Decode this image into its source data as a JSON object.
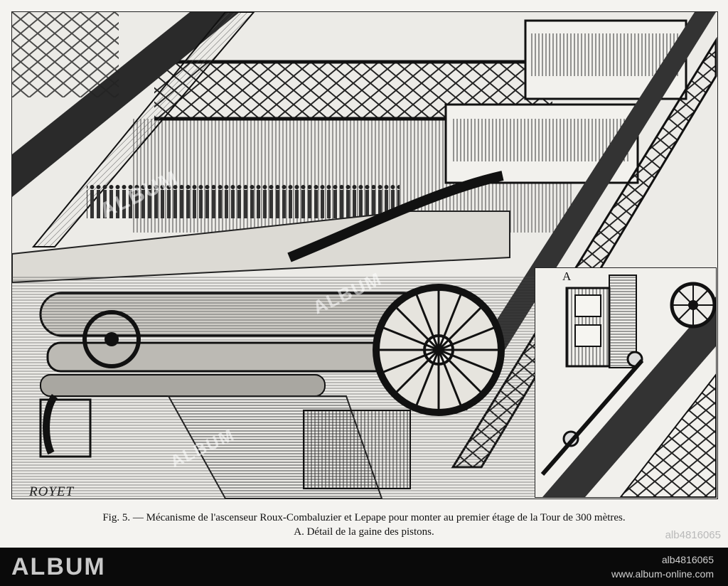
{
  "figure": {
    "signature": "ROYET",
    "inset_label": "A",
    "caption_line1": "Fig. 5. — Mécanisme de l'ascenseur Roux-Combaluzier et Lepape pour monter au premier étage de la Tour de 300 mètres.",
    "caption_line2": "A. Détail de la gaine des pistons."
  },
  "watermark": {
    "text": "ALBUM",
    "image_id": "alb4816065"
  },
  "footer": {
    "brand": "ALBUM",
    "image_id": "alb4816065",
    "url": "www.album-online.com"
  },
  "colors": {
    "ink": "#1a1a1a",
    "paper": "#ecebe7",
    "footer_bg": "#0a0a0a",
    "footer_text": "#cfcfcf"
  }
}
